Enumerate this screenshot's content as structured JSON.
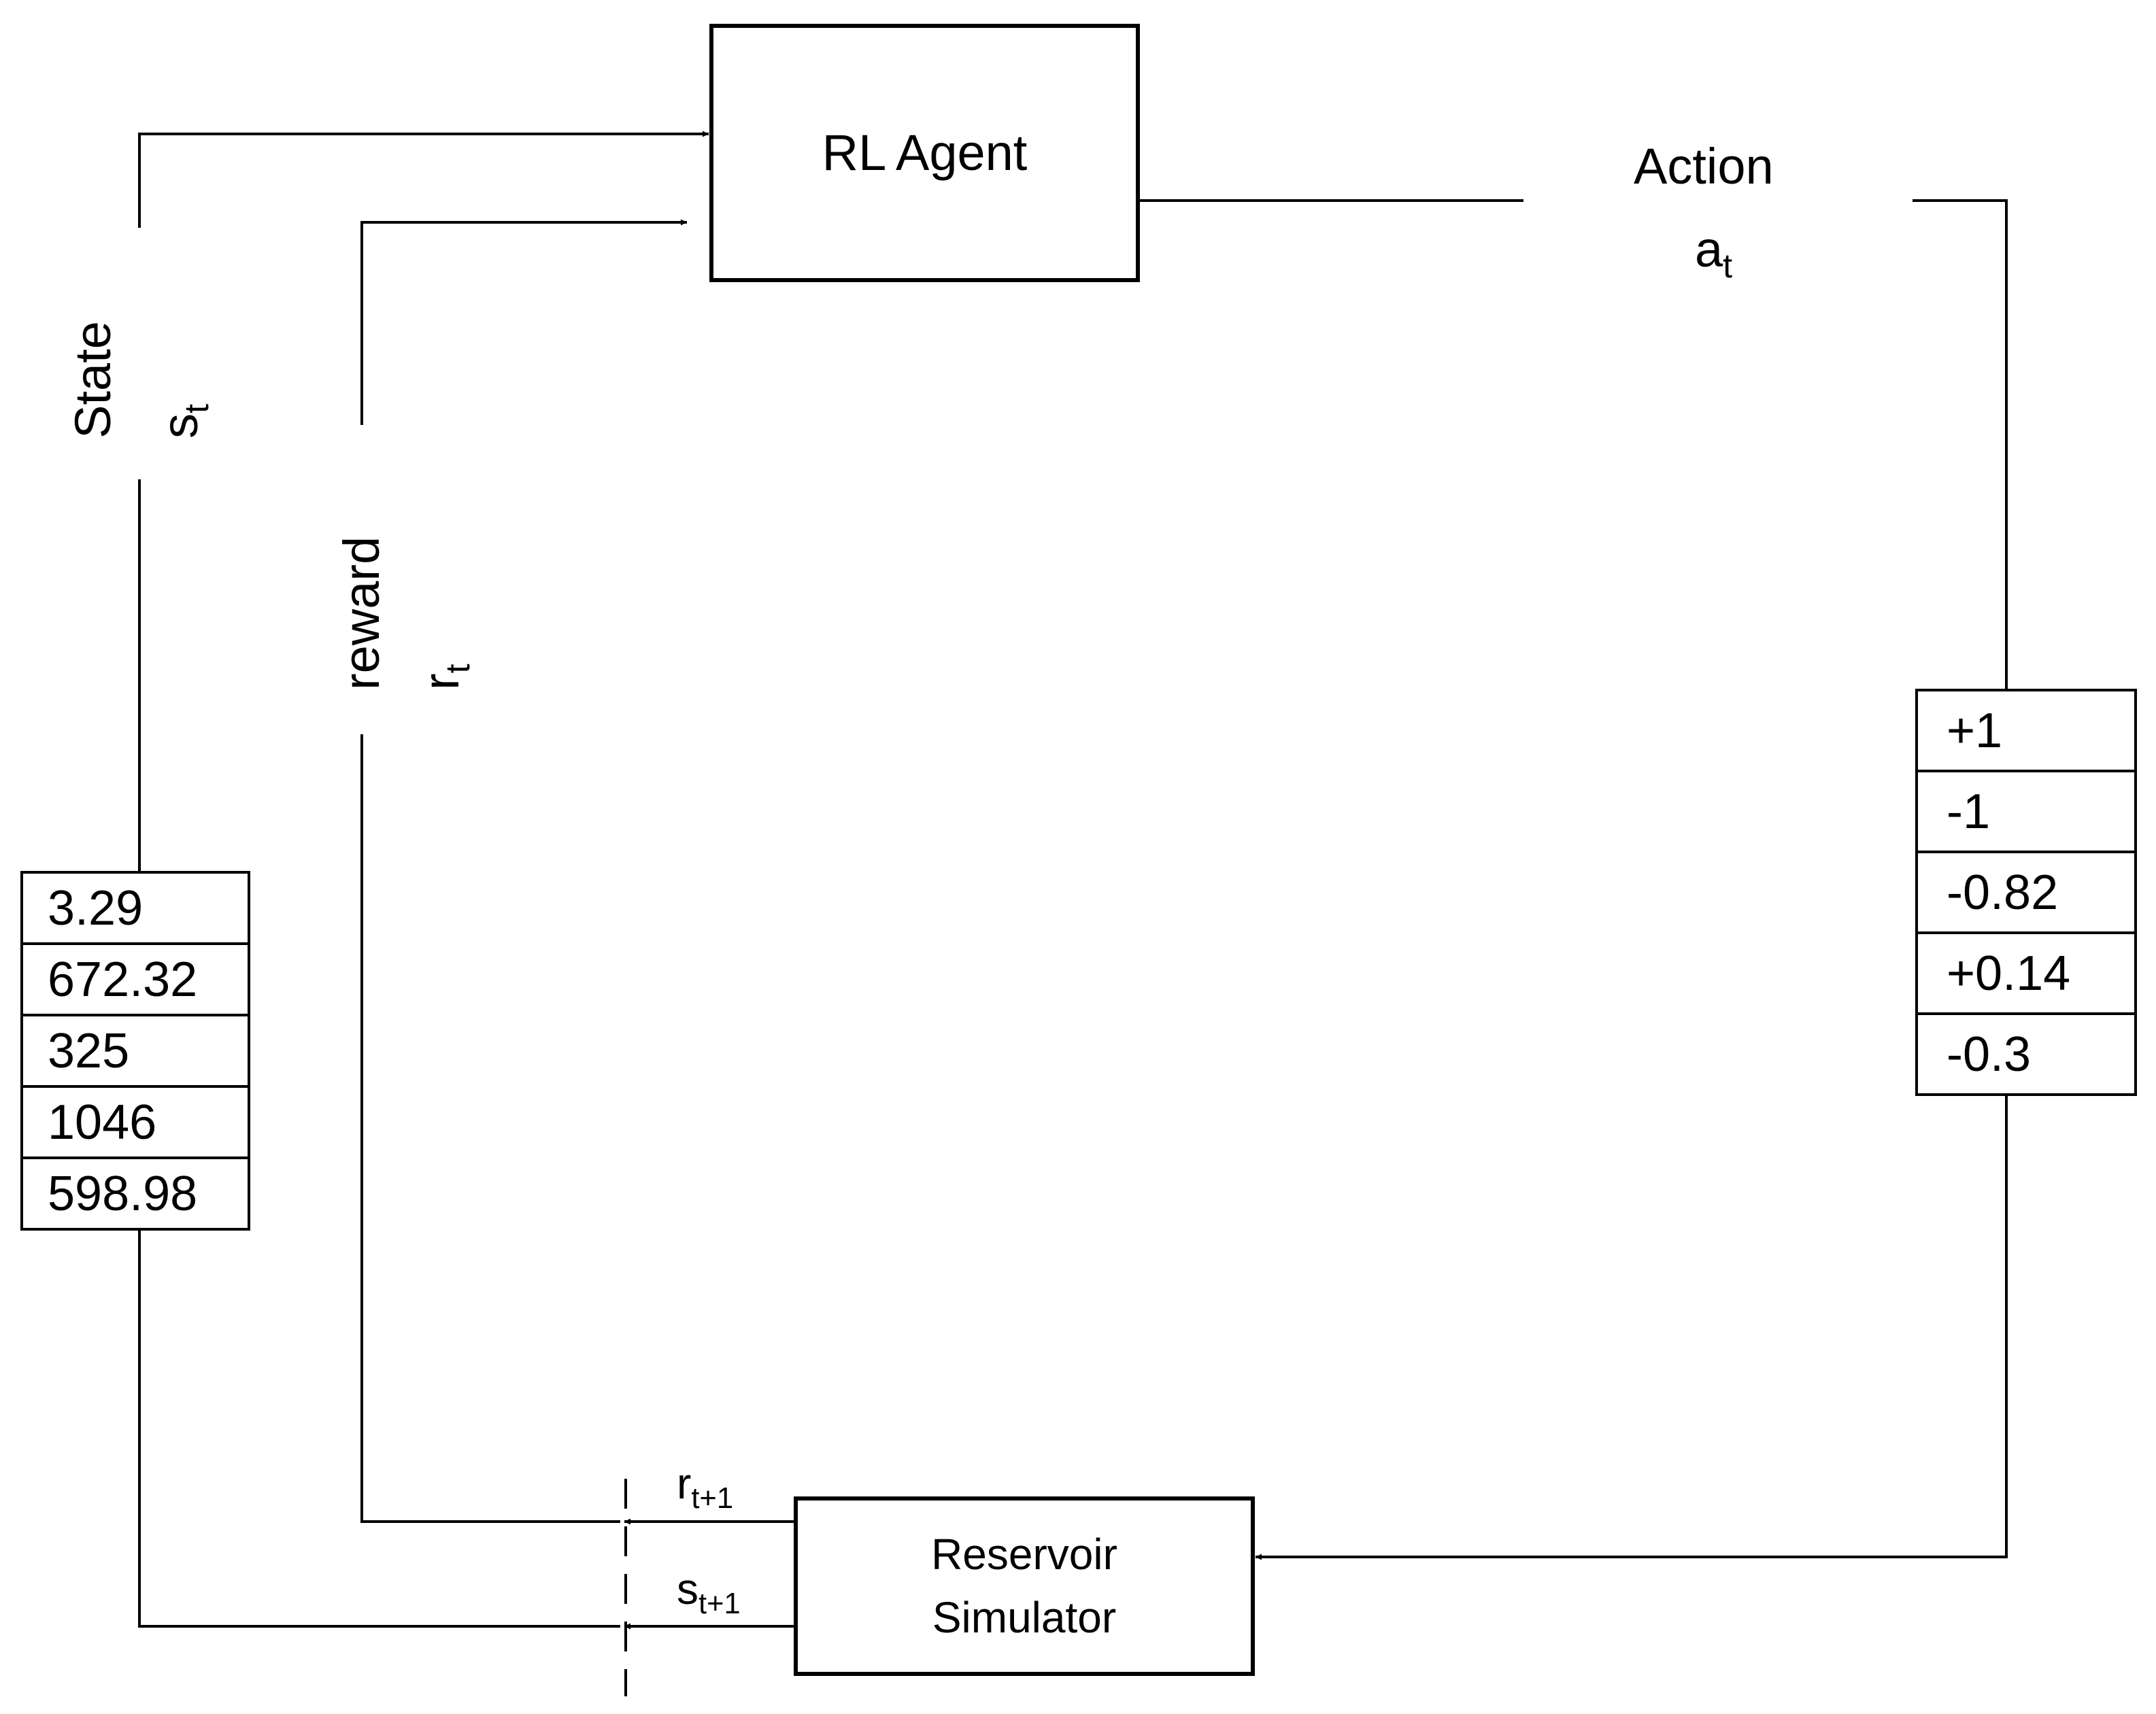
{
  "agent": {
    "label": "RL Agent"
  },
  "simulator": {
    "line1": "Reservoir",
    "line2": "Simulator"
  },
  "action": {
    "label": "Action",
    "symbol": "a",
    "subscript": "t",
    "values": [
      "+1",
      "-1",
      "-0.82",
      "+0.14",
      "-0.3"
    ]
  },
  "state": {
    "label": "State",
    "symbol": "s",
    "subscript": "t",
    "values": [
      "3.29",
      "672.32",
      "325",
      "1046",
      "598.98"
    ]
  },
  "reward": {
    "label": "reward",
    "symbol": "r",
    "subscript": "t"
  },
  "next_reward": {
    "symbol": "r",
    "subscript": "t+1"
  },
  "next_state": {
    "symbol": "s",
    "subscript": "t+1"
  }
}
